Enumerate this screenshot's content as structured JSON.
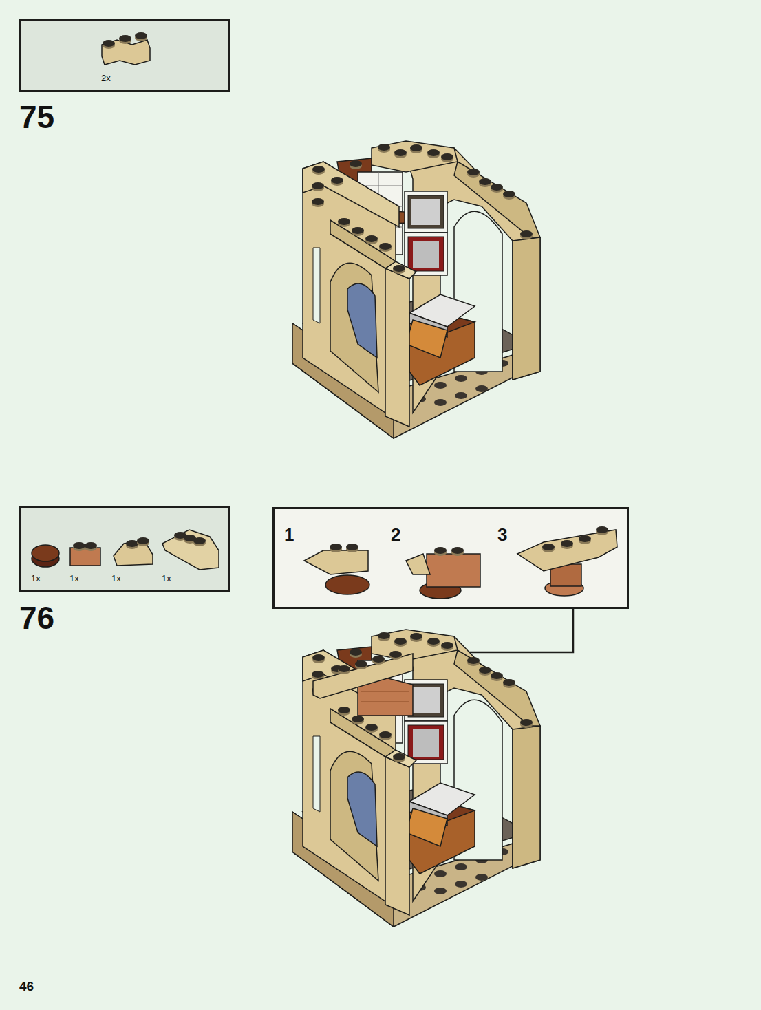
{
  "diagram": {
    "nodes": [
      {
        "text": [
          "2x"
        ]
      },
      {
        "text": [
          "1x",
          "1x",
          "1x",
          "1x"
        ]
      },
      {
        "text": [
          "1",
          "2",
          "3"
        ]
      }
    ],
    "labels": [
      "75",
      "76",
      "46"
    ]
  }
}
